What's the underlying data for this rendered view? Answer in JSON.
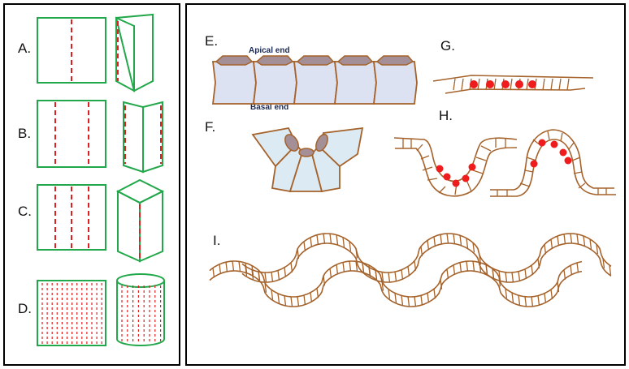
{
  "panel_labels": {
    "a": "A.",
    "b": "B.",
    "c": "C.",
    "d": "D.",
    "e": "E.",
    "f": "F.",
    "g": "G.",
    "h": "H.",
    "i": "I."
  },
  "annotations": {
    "apical": "Apical end",
    "basal": "Basal end"
  },
  "colors": {
    "sheet_outline": "#22a84a",
    "fold_line": "#e02020",
    "cell_outline": "#a5622a",
    "cell_fill": "#dde2f2",
    "apical_cap": "#a48f96",
    "nucleus": "#ee1c1c"
  }
}
